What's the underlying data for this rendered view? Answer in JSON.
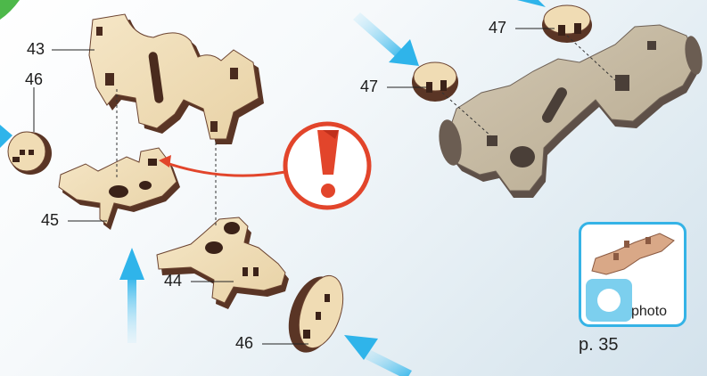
{
  "parts": {
    "p43": "43",
    "p46_left": "46",
    "p45": "45",
    "p44": "44",
    "p46_bottom": "46",
    "p47_top": "47",
    "p47_left": "47"
  },
  "photo_badge": {
    "label": "photo",
    "page_ref": "p. 35"
  },
  "colors": {
    "wood_face": "#f0dcb4",
    "wood_edge": "#5a3525",
    "assembled_face": "#c7bba5",
    "assembled_edge": "#5e5048",
    "arrow_blue": "#2fb4ea",
    "warning_red": "#e2452b",
    "badge_blue": "#35b3e6"
  },
  "icons": {
    "warning": "exclamation-warning-icon",
    "photo_thumbnail": "camera-photo-icon"
  }
}
